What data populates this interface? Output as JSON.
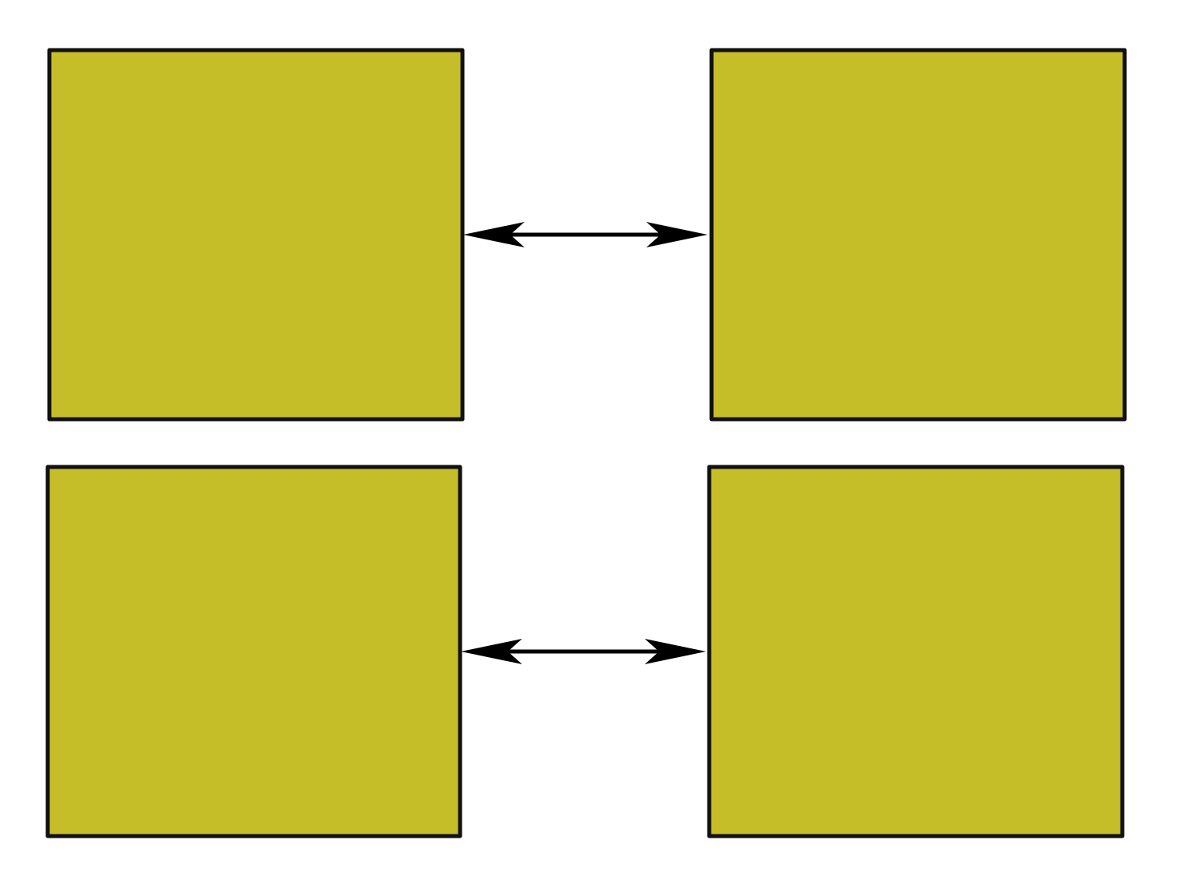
{
  "diagram": {
    "colors": {
      "box_fill": "#C6BE28",
      "box_stroke": "#111111",
      "arrow": "#000000",
      "background": "#FFFFFF"
    },
    "boxes": [
      {
        "id": "box-top-left"
      },
      {
        "id": "box-top-right"
      },
      {
        "id": "box-bottom-left"
      },
      {
        "id": "box-bottom-right"
      }
    ],
    "connectors": [
      {
        "from": "box-top-left",
        "to": "box-top-right",
        "direction": "bidirectional"
      },
      {
        "from": "box-bottom-left",
        "to": "box-bottom-right",
        "direction": "bidirectional"
      }
    ]
  }
}
